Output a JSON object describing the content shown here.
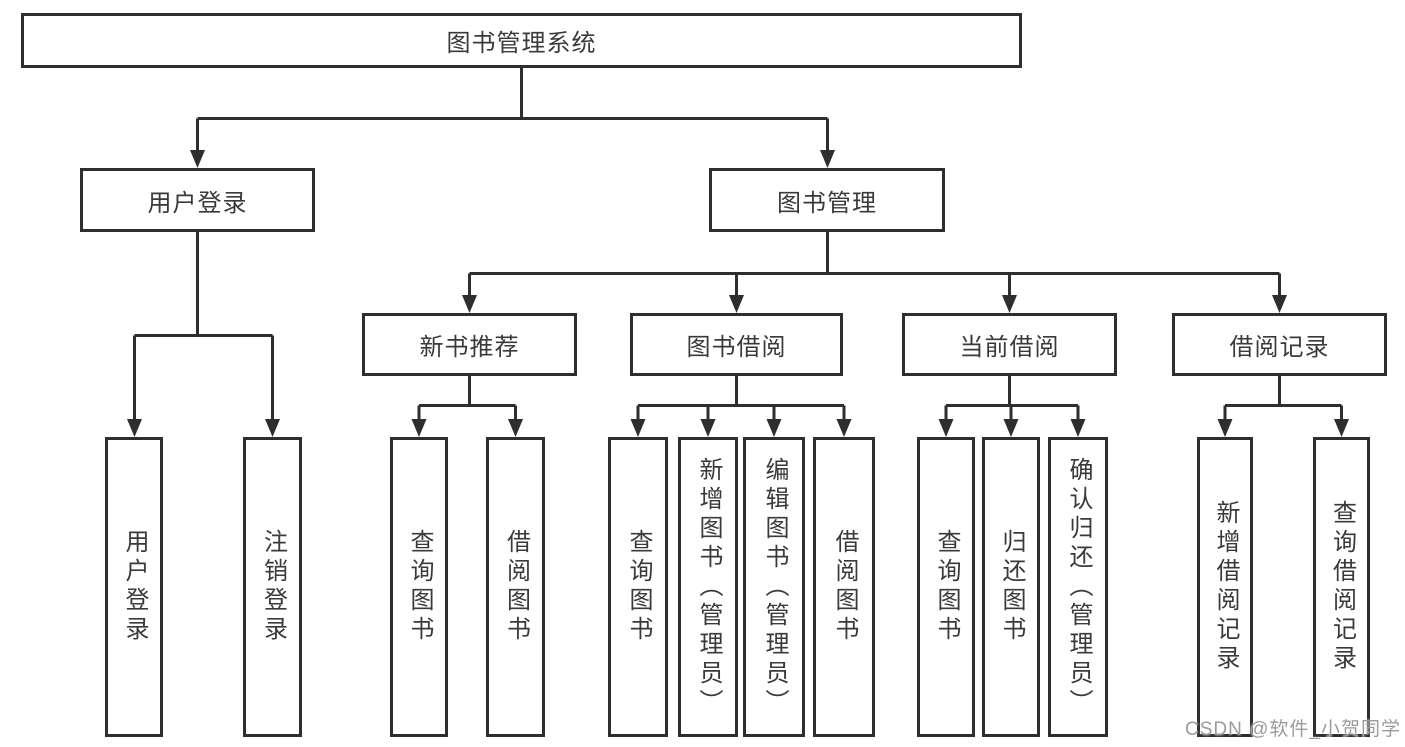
{
  "diagram": {
    "tree": {
      "root": {
        "label": "图书管理系统"
      },
      "children": [
        {
          "label": "用户登录",
          "children": [
            {
              "label": "用户登录"
            },
            {
              "label": "注销登录"
            }
          ]
        },
        {
          "label": "图书管理",
          "children": [
            {
              "label": "新书推荐",
              "children": [
                {
                  "label": "查询图书"
                },
                {
                  "label": "借阅图书"
                }
              ]
            },
            {
              "label": "图书借阅",
              "children": [
                {
                  "label": "查询图书"
                },
                {
                  "label": "新增图书（管理员）"
                },
                {
                  "label": "编辑图书（管理员）"
                },
                {
                  "label": "借阅图书"
                }
              ]
            },
            {
              "label": "当前借阅",
              "children": [
                {
                  "label": "查询图书"
                },
                {
                  "label": "归还图书"
                },
                {
                  "label": "确认归还（管理员）"
                }
              ]
            },
            {
              "label": "借阅记录",
              "children": [
                {
                  "label": "新增借阅记录"
                },
                {
                  "label": "查询借阅记录"
                }
              ]
            }
          ]
        }
      ]
    },
    "watermark": "CSDN @软件_小贺同学",
    "colors": {
      "line": "#2e2e2e",
      "text": "#3a3a3a",
      "watermark": "#9b9b9b",
      "background": "#ffffff"
    }
  }
}
